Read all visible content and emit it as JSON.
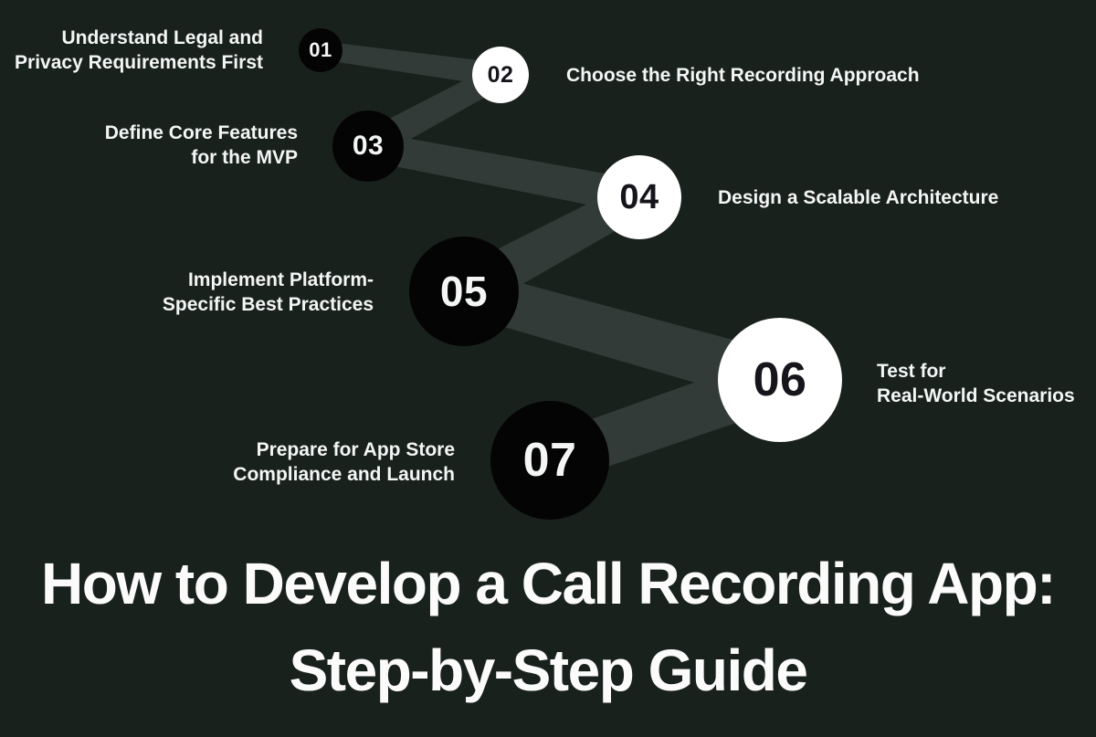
{
  "title": {
    "line1": "How to Develop a Call Recording App:",
    "line2": "Step-by-Step Guide"
  },
  "colors": {
    "background": "#19211d",
    "connector": "#333b38",
    "circle_dark": "#040404",
    "circle_light": "#ffffff",
    "label_text": "#f4f6f5",
    "number_on_light": "#15151b"
  },
  "steps": [
    {
      "number": "01",
      "label": [
        "Understand Legal and",
        "Privacy Requirements First"
      ]
    },
    {
      "number": "02",
      "label": [
        "Choose the Right Recording Approach"
      ]
    },
    {
      "number": "03",
      "label": [
        "Define Core Features",
        "for the MVP"
      ]
    },
    {
      "number": "04",
      "label": [
        "Design a Scalable Architecture"
      ]
    },
    {
      "number": "05",
      "label": [
        "Implement Platform-",
        "Specific Best Practices"
      ]
    },
    {
      "number": "06",
      "label": [
        "Test for",
        "Real-World Scenarios"
      ]
    },
    {
      "number": "07",
      "label": [
        "Prepare for App Store",
        "Compliance and Launch"
      ]
    }
  ]
}
